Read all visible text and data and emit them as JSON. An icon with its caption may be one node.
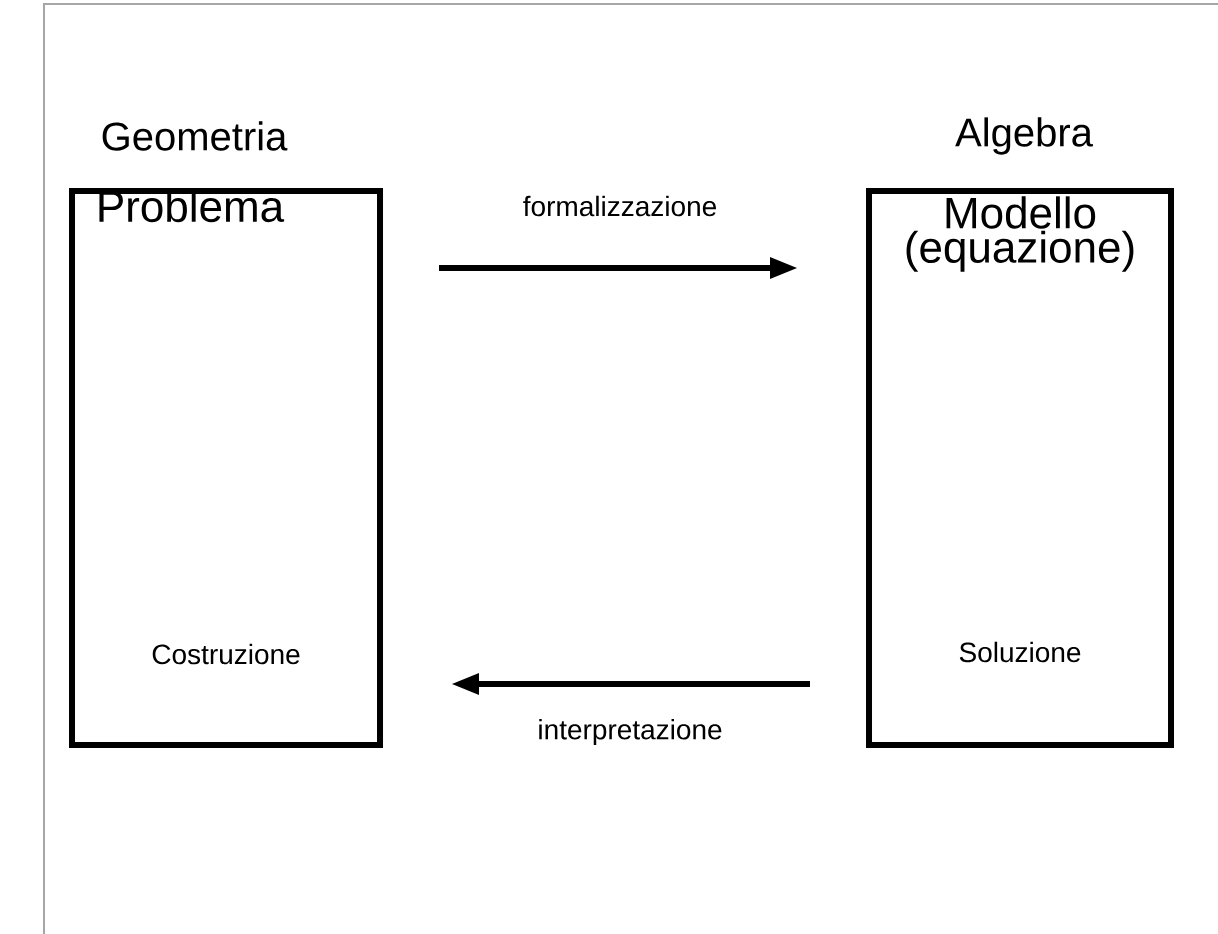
{
  "diagram": {
    "nodes": [
      {
        "text": [
          "Geometria",
          "Problema",
          "Costruzione"
        ]
      },
      {
        "text": [
          "Algebra",
          "Modello (equazione)",
          "Soluzione"
        ]
      }
    ],
    "edges": [
      {
        "from": 0,
        "to": 1,
        "arrow": "to",
        "label": "formalizzazione"
      },
      {
        "from": 1,
        "to": 0,
        "arrow": "to",
        "label": "interpretazione"
      }
    ]
  }
}
